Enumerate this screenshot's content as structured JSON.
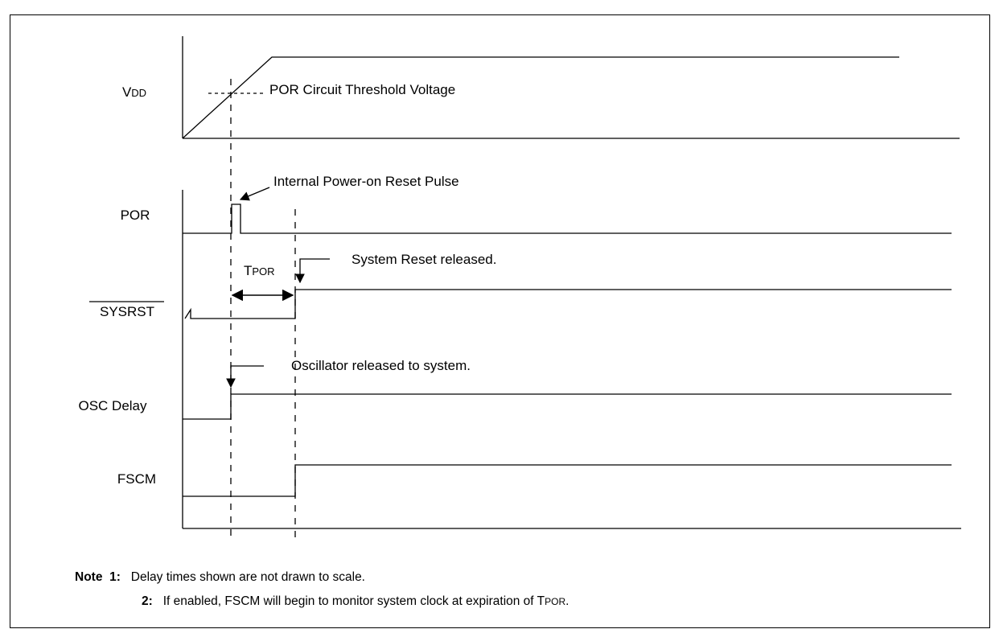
{
  "title": "",
  "signals": {
    "vdd": {
      "main": "V",
      "sub": "DD"
    },
    "por": "POR",
    "sysrst": "SYSRST",
    "osc_delay": "OSC Delay",
    "fscm": "FSCM"
  },
  "annotations": {
    "threshold": "POR Circuit Threshold Voltage",
    "por_pulse": "Internal Power-on Reset Pulse",
    "tpor": {
      "main": "T",
      "sub": "POR"
    },
    "sys_reset": "System Reset released.",
    "osc_released": "Oscillator released to system."
  },
  "notes": {
    "label": "Note",
    "items": [
      {
        "num": "1:",
        "text": "Delay times shown are not drawn to scale."
      },
      {
        "num": "2:",
        "text_before": "If enabled, FSCM will begin to monitor system clock at expiration of ",
        "tpor_main": "T",
        "tpor_sub": "POR",
        "text_after": "."
      }
    ]
  }
}
